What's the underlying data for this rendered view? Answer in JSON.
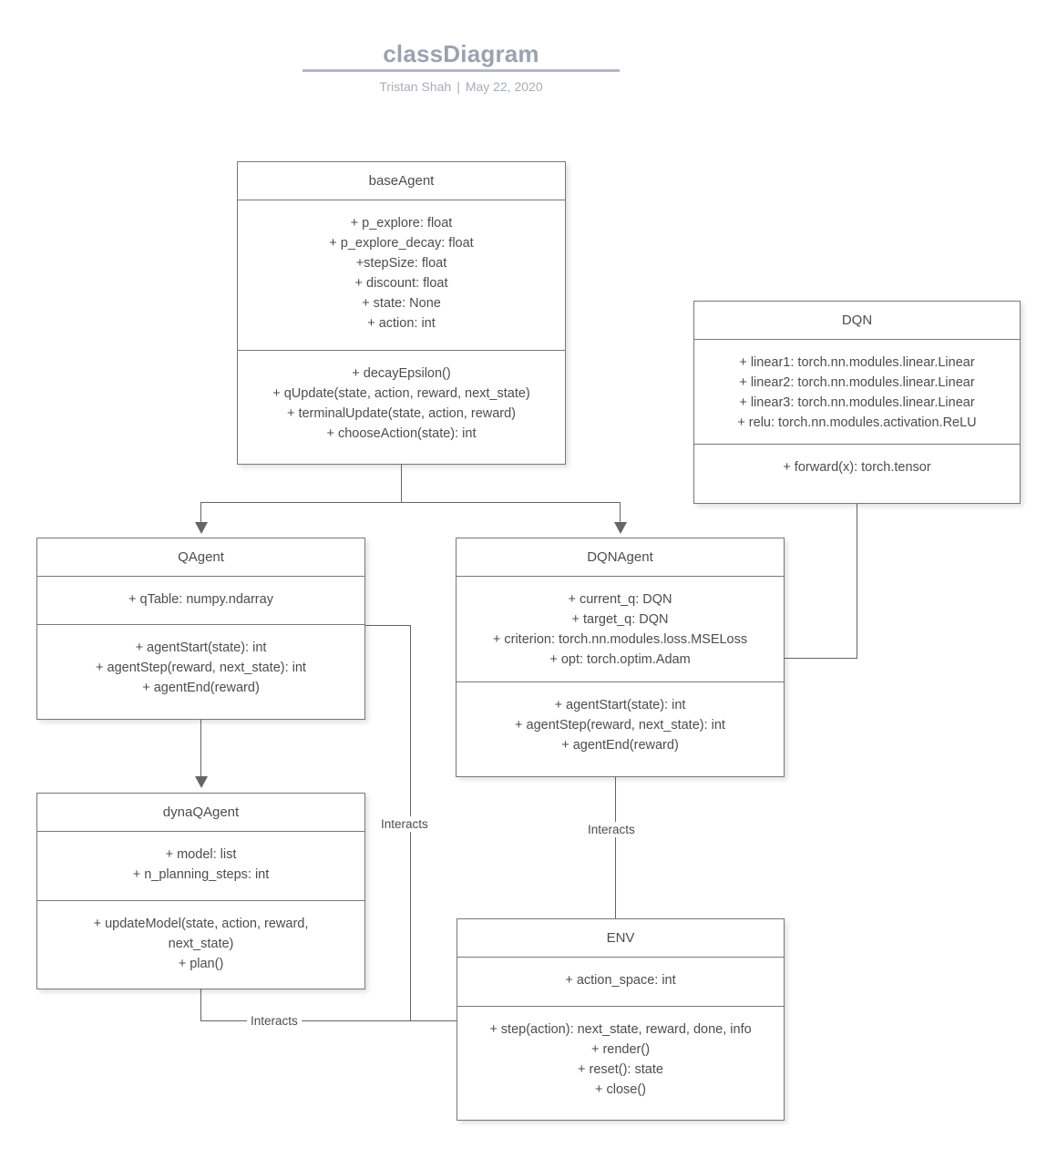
{
  "header": {
    "title": "classDiagram",
    "author": "Tristan Shah",
    "separator": "|",
    "date": "May 22, 2020"
  },
  "classes": {
    "baseAgent": {
      "name": "baseAgent",
      "attributes": "+ p_explore: float\n+ p_explore_decay: float\n+stepSize: float\n+ discount: float\n+ state: None\n+ action: int",
      "methods": "+ decayEpsilon()\n+ qUpdate(state, action, reward, next_state)\n+ terminalUpdate(state, action, reward)\n+ chooseAction(state): int"
    },
    "dqn": {
      "name": "DQN",
      "attributes": "+ linear1: torch.nn.modules.linear.Linear\n+ linear2: torch.nn.modules.linear.Linear\n+ linear3: torch.nn.modules.linear.Linear\n+ relu: torch.nn.modules.activation.ReLU",
      "methods": "+ forward(x): torch.tensor"
    },
    "qAgent": {
      "name": "QAgent",
      "attributes": "+ qTable: numpy.ndarray",
      "methods": "+ agentStart(state): int\n+ agentStep(reward, next_state): int\n+ agentEnd(reward)"
    },
    "dqnAgent": {
      "name": "DQNAgent",
      "attributes": "+ current_q: DQN\n+ target_q: DQN\n+ criterion: torch.nn.modules.loss.MSELoss\n+ opt: torch.optim.Adam",
      "methods": "+ agentStart(state): int\n+ agentStep(reward, next_state): int\n+ agentEnd(reward)"
    },
    "dynaQAgent": {
      "name": "dynaQAgent",
      "attributes": "+ model: list\n+ n_planning_steps: int",
      "methods": "+ updateModel(state, action, reward,\nnext_state)\n+ plan()"
    },
    "env": {
      "name": "ENV",
      "attributes": "+ action_space: int",
      "methods": "+ step(action): next_state, reward, done, info\n+ render()\n+ reset(): state\n+ close()"
    }
  },
  "relationships": {
    "qagent_env_label": "Interacts",
    "dqnagent_env_label": "Interacts",
    "dynaqagent_env_label": "Interacts"
  },
  "colors": {
    "title": "#9ba2b0",
    "rule": "#b3b8c4",
    "byline": "#a8adb8",
    "box_border": "#77787a",
    "connector": "#656567",
    "text": "#4d4d4f",
    "background": "#ffffff"
  }
}
